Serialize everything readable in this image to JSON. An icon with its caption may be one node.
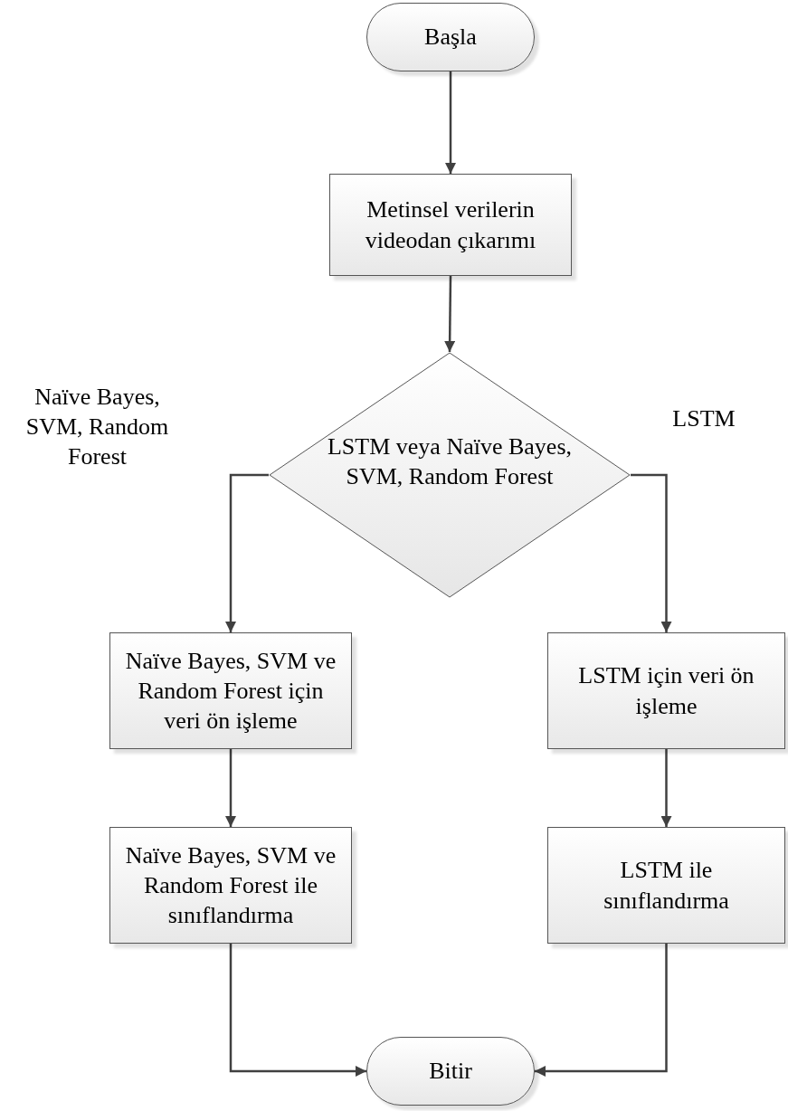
{
  "diagram": {
    "nodes": [
      {
        "text": [
          "Başla"
        ]
      },
      {
        "text": [
          "Metinsel verilerin videodan çıkarımı"
        ]
      },
      {
        "text": [
          "LSTM veya Naïve Bayes, SVM, Random Forest"
        ]
      },
      {
        "text": [
          "Naïve Bayes, SVM ve Random Forest için veri ön işleme"
        ]
      },
      {
        "text": [
          "LSTM için veri ön işleme"
        ]
      },
      {
        "text": [
          "Naïve Bayes, SVM ve Random Forest ile sınıflandırma"
        ]
      },
      {
        "text": [
          "LSTM ile sınıflandırma"
        ]
      },
      {
        "text": [
          "Bitir"
        ]
      }
    ],
    "edges": [
      {
        "from": 0,
        "to": 1,
        "arrow": "to"
      },
      {
        "from": 1,
        "to": 2,
        "arrow": "to"
      },
      {
        "from": 2,
        "to": 3,
        "arrow": "to",
        "label": "Naïve Bayes, SVM, Random Forest"
      },
      {
        "from": 2,
        "to": 4,
        "arrow": "to",
        "label": "LSTM"
      },
      {
        "from": 3,
        "to": 5,
        "arrow": "to"
      },
      {
        "from": 4,
        "to": 6,
        "arrow": "to"
      },
      {
        "from": 5,
        "to": 7,
        "arrow": "to"
      },
      {
        "from": 6,
        "to": 7,
        "arrow": "to"
      }
    ]
  }
}
